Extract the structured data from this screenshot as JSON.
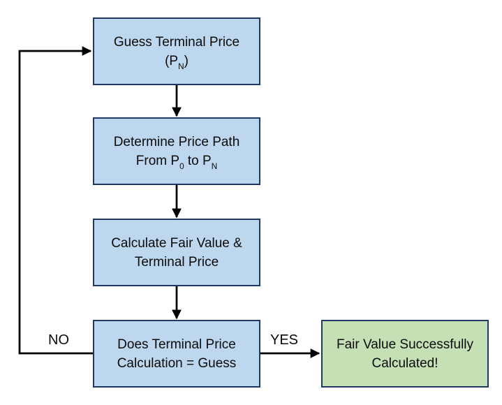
{
  "flowchart": {
    "nodes": [
      {
        "id": "guess-terminal-price",
        "type": "process",
        "line1": "Guess Terminal Price",
        "line2_pre": "(P",
        "line2_sub": "N",
        "line2_post": ")"
      },
      {
        "id": "determine-price-path",
        "type": "process",
        "line1": "Determine Price Path",
        "line2_pre": "From P",
        "line2_sub": "0",
        "line2_mid": " to P",
        "line2_sub2": "N"
      },
      {
        "id": "calculate-fair-value",
        "type": "process",
        "line1": "Calculate Fair Value &",
        "line2": "Terminal Price"
      },
      {
        "id": "terminal-price-check",
        "type": "process",
        "line1": "Does Terminal Price",
        "line2": "Calculation = Guess"
      },
      {
        "id": "fair-value-success",
        "type": "result",
        "line1": "Fair Value Successfully",
        "line2": "Calculated!"
      }
    ],
    "edge_labels": {
      "no": "NO",
      "yes": "YES"
    },
    "colors": {
      "process_fill": "#BDD7EE",
      "process_border": "#1F3864",
      "result_fill": "#C5E0B4",
      "result_border": "#1F3864",
      "arrow": "#000000"
    }
  }
}
